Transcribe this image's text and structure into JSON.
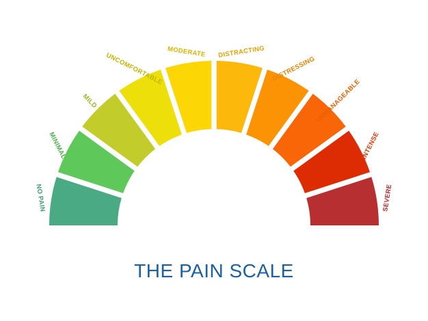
{
  "title": "THE PAIN SCALE",
  "scale": {
    "levels": [
      {
        "label": "NO PAIN",
        "color": "#4aaa84",
        "label_color": "#3f9d70"
      },
      {
        "label": "MINIMAL",
        "color": "#5ec95a",
        "label_color": "#4dae4a"
      },
      {
        "label": "MILD",
        "color": "#c2cc2a",
        "label_color": "#9db120"
      },
      {
        "label": "UNCOMFORTABLE",
        "color": "#ecdf0a",
        "label_color": "#c2b600"
      },
      {
        "label": "MODERATE",
        "color": "#fdd605",
        "label_color": "#dcb500"
      },
      {
        "label": "DISTRACTING",
        "color": "#fdb80c",
        "label_color": "#e6a000"
      },
      {
        "label": "DISTRESSING",
        "color": "#fb9305",
        "label_color": "#e88400"
      },
      {
        "label": "UNMANAGEABLE",
        "color": "#f86608",
        "label_color": "#e86100"
      },
      {
        "label": "INTENSE",
        "color": "#dd2c04",
        "label_color": "#d93a0c"
      },
      {
        "label": "SEVERE",
        "color": "#b72f31",
        "label_color": "#b3282a"
      }
    ]
  }
}
